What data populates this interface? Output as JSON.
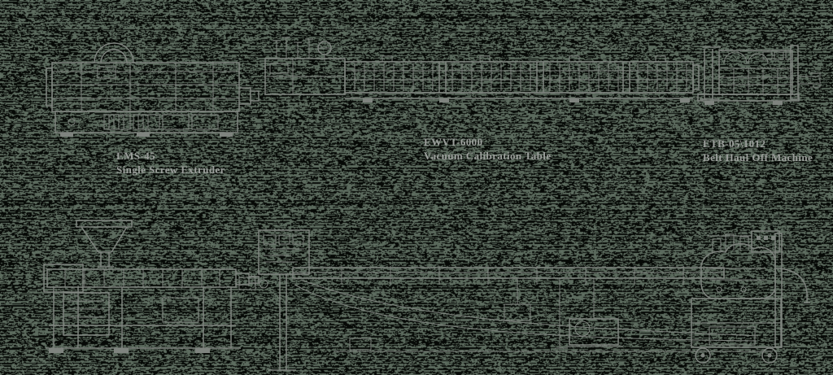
{
  "palette": {
    "bg": "#000000",
    "noise-green": "#5c6b5e",
    "noise-black": "#060906",
    "line": "#7f847f",
    "label": "#9c9f9c"
  },
  "machines": [
    {
      "model": "EMS-45",
      "name": "Single Screw Extruder"
    },
    {
      "model": "EWVT-6000",
      "name": "Vacuum Calibration Table"
    },
    {
      "model": "ETB-05\\1012",
      "name": "Belt Haul Off Machine"
    }
  ]
}
